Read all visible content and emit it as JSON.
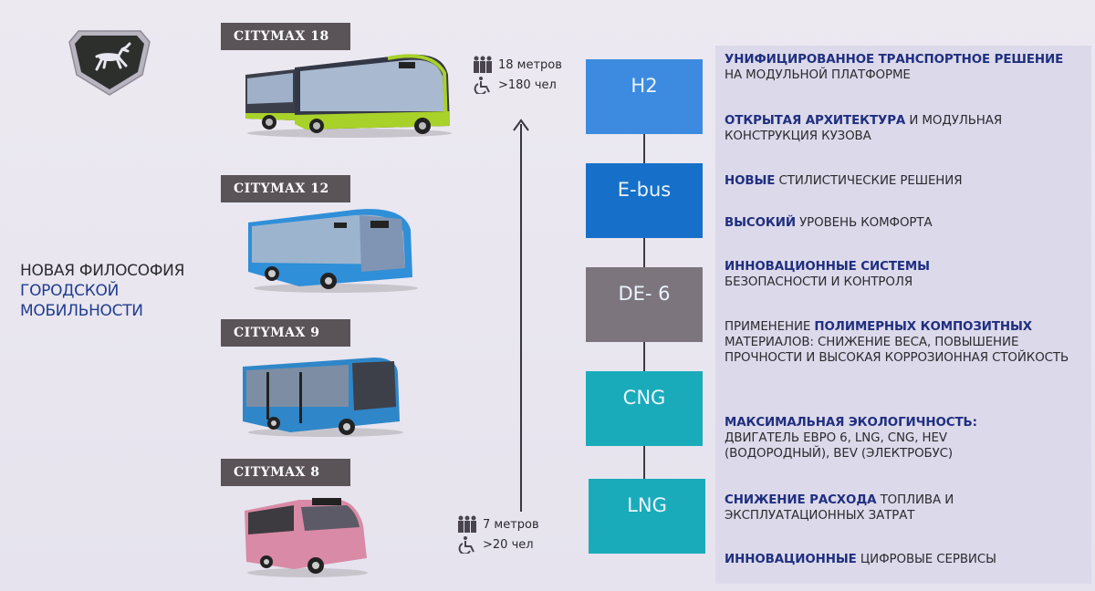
{
  "slide": {
    "tagline": {
      "line1": "НОВАЯ ФИЛОСОФИЯ",
      "line2": "ГОРОДСКОЙ",
      "line3": "МОБИЛЬНОСТИ"
    },
    "logo": {
      "icon": "deer-shield-logo-icon"
    },
    "models": [
      {
        "label": "CITYMAX 18",
        "bus_color": "#a8d12a",
        "bus_type": "articulated-bus"
      },
      {
        "label": "CITYMAX 12",
        "bus_color": "#2f8fd8",
        "bus_type": "city-bus"
      },
      {
        "label": "CITYMAX 9",
        "bus_color": "#2f86c8",
        "bus_type": "midi-bus"
      },
      {
        "label": "CITYMAX 8",
        "bus_color": "#d98aa6",
        "bus_type": "minibus"
      }
    ],
    "specs": {
      "top": {
        "length": "18 метров",
        "capacity": ">180 чел"
      },
      "bottom": {
        "length": "7 метров",
        "capacity": ">20 чел"
      }
    },
    "fuel_types": [
      {
        "label": "H2",
        "color": "#3d8be0"
      },
      {
        "label": "E-bus",
        "color": "#1670c9"
      },
      {
        "label": "DE- 6",
        "color": "#7d757e"
      },
      {
        "label": "CNG",
        "color": "#1aabbb"
      },
      {
        "label": "LNG",
        "color": "#1aabbb"
      }
    ],
    "features": [
      {
        "bold": "УНИФИЦИРОВАННОЕ ТРАНСПОРТНОЕ РЕШЕНИЕ",
        "pre": "",
        "rest": " НА МОДУЛЬНОЙ ПЛАТФОРМЕ"
      },
      {
        "bold": "ОТКРЫТАЯ АРХИТЕКТУРА",
        "pre": "",
        "rest": " И МОДУЛЬНАЯ КОНСТРУКЦИЯ КУЗОВА"
      },
      {
        "bold": "НОВЫЕ",
        "pre": "",
        "rest": " СТИЛИСТИЧЕСКИЕ РЕШЕНИЯ"
      },
      {
        "bold": "ВЫСОКИЙ",
        "pre": "",
        "rest": " УРОВЕНЬ КОМФОРТА"
      },
      {
        "bold": "ИННОВАЦИОННЫЕ СИСТЕМЫ",
        "pre": "",
        "rest": " БЕЗОПАСНОСТИ И КОНТРОЛЯ"
      },
      {
        "bold": "ПОЛИМЕРНЫХ КОМПОЗИТНЫХ",
        "pre": "ПРИМЕНЕНИЕ ",
        "rest": " МАТЕРИАЛОВ: СНИЖЕНИЕ ВЕСА, ПОВЫШЕНИЕ ПРОЧНОСТИ И ВЫСОКАЯ КОРРОЗИОННАЯ СТОЙКОСТЬ"
      },
      {
        "bold": "МАКСИМАЛЬНАЯ ЭКОЛОГИЧНОСТЬ:",
        "pre": "",
        "rest": " ДВИГАТЕЛЬ ЕВРО 6, LNG, CNG, HEV (ВОДОРОДНЫЙ), BEV (ЭЛЕКТРОБУС)"
      },
      {
        "bold": "СНИЖЕНИЕ РАСХОДА",
        "pre": "",
        "rest": " ТОПЛИВА И ЭКСПЛУАТАЦИОННЫХ ЗАТРАТ"
      },
      {
        "bold": "ИННОВАЦИОННЫЕ",
        "pre": "",
        "rest": " ЦИФРОВЫЕ СЕРВИСЫ"
      }
    ],
    "colors": {
      "feature_bold": "#1f2f80",
      "tagline_blue": "#1f3d8f",
      "label_bg": "#5a5357",
      "panel_bg": "#dcd9ea"
    }
  }
}
